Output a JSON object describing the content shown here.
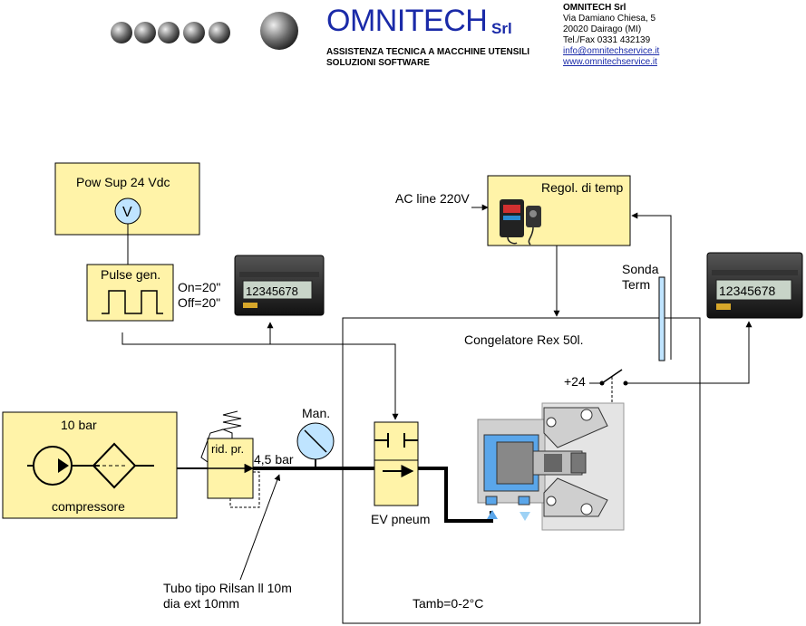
{
  "header": {
    "company": "OMNITECH",
    "suffix": "Srl",
    "tagline1": "ASSISTENZA TECNICA A MACCHINE  UTENSILI",
    "tagline2": "SOLUZIONI SOFTWARE",
    "addr_name": "OMNITECH Srl",
    "addr_street": "Via Damiano Chiesa, 5",
    "addr_city": "20020 Dairago (MI)",
    "addr_phone": "Tel./Fax 0331 432139",
    "addr_email": "info@omnitechservice.it",
    "addr_web": "www.omnitechservice.it"
  },
  "diagram": {
    "power_supply": "Pow Sup  24 Vdc",
    "voltmeter_symbol": "V",
    "pulse_gen": "Pulse gen.",
    "on_time": "On=20\"",
    "off_time": "Off=20\"",
    "counter_digits": "12345678",
    "ac_line": "AC line 220V",
    "temp_reg": "Regol. di temp",
    "probe_1": "Sonda",
    "probe_2": "Term",
    "freezer": "Congelatore Rex 50l.",
    "plus24": "+24",
    "compressor_pressure": "10 bar",
    "compressor": "compressore",
    "reducer": "rid. pr.",
    "reduced_pressure": "4,5 bar",
    "gauge": "Man.",
    "valve": "EV pneum",
    "tube_1": "Tubo tipo Rilsan ll 10m",
    "tube_2": "dia ext 10mm",
    "ambient": "Tamb=0-2°C"
  }
}
